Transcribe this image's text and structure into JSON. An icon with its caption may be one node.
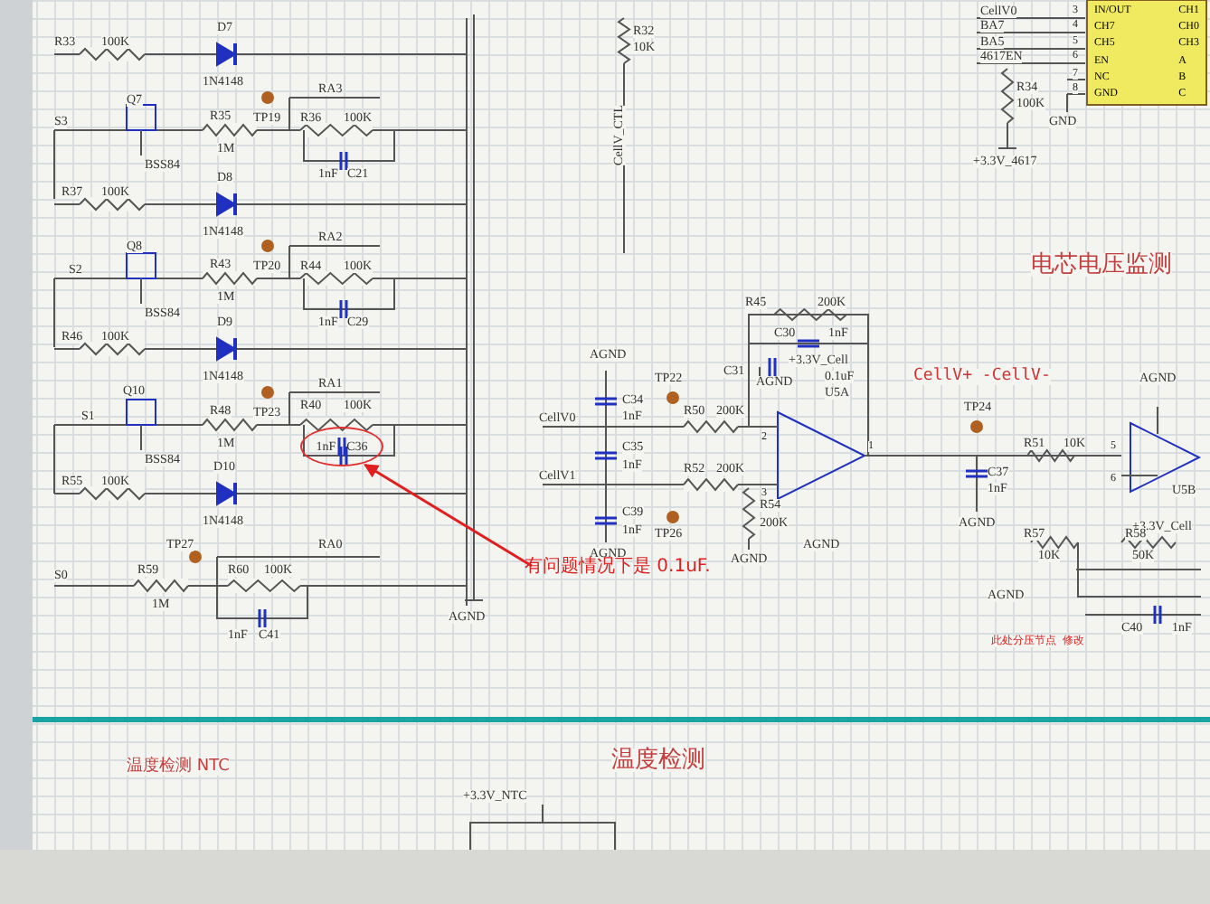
{
  "diagram": {
    "nodes": [
      {
        "text": [
          "IN/OUT",
          "CH1",
          "CH7",
          "CH0",
          "CH5",
          "CH3",
          "EN",
          "A",
          "NC",
          "B",
          "GND",
          "C"
        ]
      },
      {
        "text": [
          "1nF",
          "C36"
        ]
      },
      {
        "text": [
          "有问题情况下是 0.1uF."
        ]
      }
    ],
    "edges": [
      {
        "from": 2,
        "to": 1,
        "arrow": "to",
        "color": "#e02020"
      }
    ],
    "labels": [
      "R33",
      "100K",
      "D7",
      "1N4148",
      "Q7",
      "S3",
      "R35",
      "1M",
      "TP19",
      "RA3",
      "R36",
      "100K",
      "1nF",
      "C21",
      "BSS84",
      "R37",
      "100K",
      "D8",
      "1N4148",
      "Q8",
      "S2",
      "R43",
      "1M",
      "TP20",
      "RA2",
      "R44",
      "100K",
      "1nF",
      "C29",
      "BSS84",
      "R46",
      "100K",
      "D9",
      "1N4148",
      "Q10",
      "S1",
      "R48",
      "1M",
      "TP23",
      "RA1",
      "R40",
      "100K",
      "BSS84",
      "R55",
      "100K",
      "D10",
      "1N4148",
      "TP27",
      "RA0",
      "S0",
      "R59",
      "1M",
      "R60",
      "100K",
      "1nF",
      "C41",
      "AGND",
      "R32",
      "10K",
      "CellV_CTL",
      "CellV0",
      "3",
      "BA7",
      "4",
      "BA5",
      "5",
      "4617EN",
      "6",
      "7",
      "8",
      "R34",
      "100K",
      "GND",
      "+3.3V_4617",
      "电芯电压监测",
      "R45",
      "200K",
      "C30",
      "1nF",
      "+3.3V_Cell",
      "C31",
      "0.1uF",
      "U5A",
      "AGND",
      "AGND",
      "C34",
      "1nF",
      "TP22",
      "CellV0",
      "R50",
      "200K",
      "2",
      "C35",
      "1nF",
      "R52",
      "200K",
      "3",
      "1",
      "CellV1",
      "C39",
      "1nF",
      "TP26",
      "R54",
      "200K",
      "AGND",
      "AGND",
      "AGND",
      "CellV+ -CellV-",
      "TP24",
      "C37",
      "1nF",
      "AGND",
      "R51",
      "10K",
      "AGND",
      "5",
      "6",
      "U5B",
      "+3.3V_Cell",
      "R57",
      "AGND",
      "10K",
      "R58",
      "50K",
      "C40",
      "1nF",
      "此处分压节点 修改",
      "温度检测 NTC",
      "温度检测",
      "+3.3V_NTC"
    ]
  }
}
